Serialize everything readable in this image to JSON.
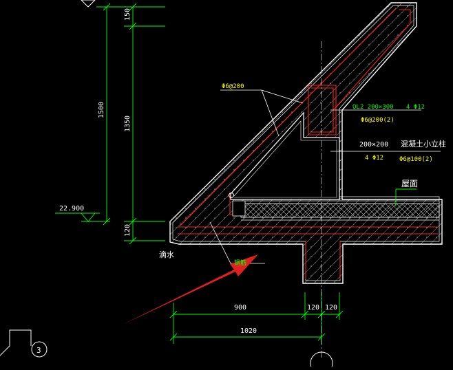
{
  "colors": {
    "background": "#000000",
    "outline": "#ffffff",
    "dimension": "#00ff00",
    "rebar": "#ff2020",
    "hatch": "#9a9a9a",
    "label_green": "#00ff00",
    "label_yellow": "#ffff00",
    "arrow": "#e02020"
  },
  "dimensions": {
    "top_150": "150",
    "mid_1350": "1350",
    "total_1500": "1500",
    "bottom_120": "120",
    "elevation": "22.900",
    "h_900": "900",
    "h_120a": "120",
    "h_120b": "120",
    "h_1020": "1020"
  },
  "labels": {
    "stirrup_slope": "Φ6@200",
    "beam_name": "QL2 200×300",
    "beam_top_bars": "4 Φ12",
    "beam_stirrup": "Φ6@200(2)",
    "column_size": "200×200",
    "column_name": "混凝土小立柱",
    "column_bars": "4 Φ12",
    "column_stirrup": "Φ6@100(2)",
    "roof": "屋面",
    "drip": "滴水",
    "bottom_rebar": "钢筋",
    "detail_number": "3"
  }
}
